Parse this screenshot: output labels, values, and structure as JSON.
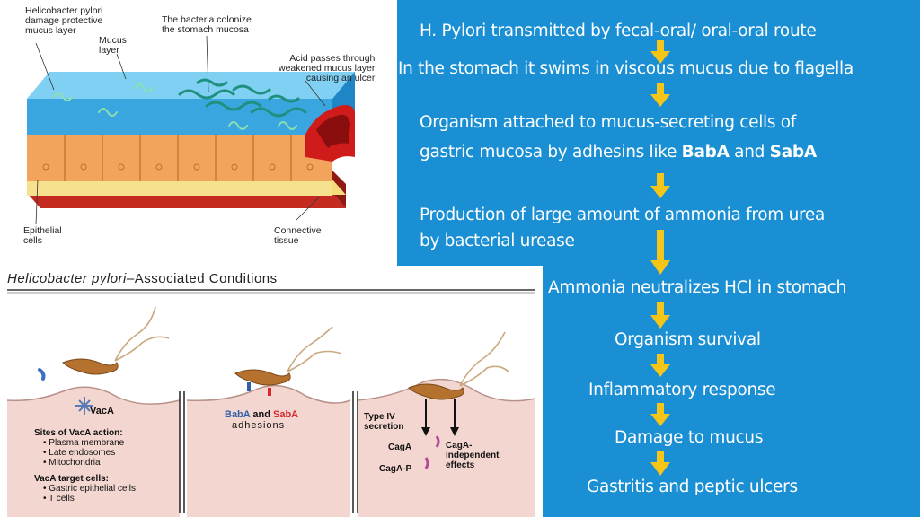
{
  "stomach_figure": {
    "callout_hp_damage": "Helicobacter pylori\ndamage protective\nmucus layer",
    "callout_colonize": "The bacteria colonize\nthe stomach mucosa",
    "callout_mucus": "Mucus\nlayer",
    "callout_acid": "Acid passes through\nweakened mucus layer\ncausing an ulcer",
    "callout_epithelial": "Epithelial\ncells",
    "callout_connective": "Connective\ntissue"
  },
  "conditions_figure": {
    "title_italic": "Helicobacter pylori",
    "title_rest": "–Associated  Conditions",
    "vaca": "VacA",
    "vaca_sites_heading": "Sites of VacA action:",
    "vaca_sites": "• Plasma membrane\n• Late endosomes\n• Mitochondria",
    "vaca_targets_heading": "VacA target cells:",
    "vaca_targets": "• Gastric epithelial cells\n• T cells",
    "baba": "BabA",
    "and": " and ",
    "saba": "SabA",
    "adhesions": "adhesions",
    "type_iv": "Type IV\nsecretion",
    "caga": "CagA",
    "caga_p": "CagA-P",
    "caga_independent": "CagA-\nindependent\neffects"
  },
  "flow": {
    "step1": "H. Pylori transmitted by fecal-oral/ oral-oral route",
    "step2": "In the stomach it swims in viscous mucus due to flagella",
    "step3_line1": "Organism attached to mucus-secreting cells of",
    "step3_line2a": "gastric mucosa by adhesins like ",
    "step3_babA": "BabA",
    "step3_and": " and ",
    "step3_sabA": "SabA",
    "step4_line1": "Production of large amount of ammonia from urea",
    "step4_line2": "by bacterial urease",
    "step5": "Ammonia neutralizes HCl in stomach",
    "step6": "Organism survival",
    "step7": "Inflammatory response",
    "step8": "Damage to mucus",
    "step9": "Gastritis and peptic ulcers"
  },
  "colors": {
    "background": "#1a8fd4",
    "arrow": "#f5c518",
    "text": "#ffffff",
    "baba": "#2f5fa8",
    "saba": "#d8262f"
  }
}
